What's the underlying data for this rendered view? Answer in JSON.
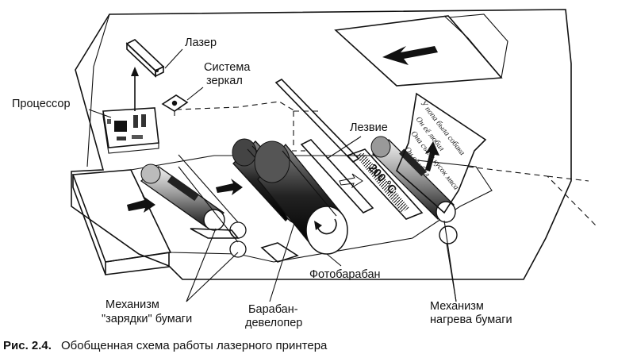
{
  "labels": {
    "laser": "Лазер",
    "mirrors_line1": "Система",
    "mirrors_line2": "зеркал",
    "processor": "Процессор",
    "blade": "Лезвие",
    "photodrum": "Фотобарабан",
    "charging_line1": "Механизм",
    "charging_line2": "\"зарядки\" бумаги",
    "developer_line1": "Барабан-",
    "developer_line2": "девелопер",
    "heating_line1": "Механизм",
    "heating_line2": "нагрева бумаги",
    "temperature": "200 °C"
  },
  "paper_text": [
    "У попа была собака",
    "Он её любил",
    "Она съела кусок мяса",
    "Он её убил"
  ],
  "caption": {
    "number": "Рис. 2.4.",
    "text": "Обобщенная схема работы лазерного принтера"
  }
}
